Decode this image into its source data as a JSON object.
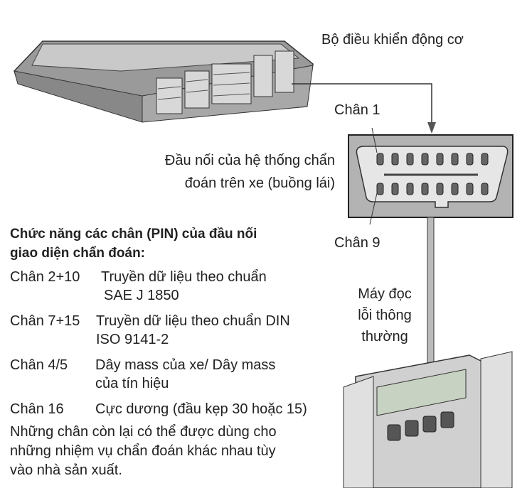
{
  "labels": {
    "ecu": "Bộ điều khiển động cơ",
    "pin1": "Chân 1",
    "pin9": "Chân 9",
    "connector_line1": "Đầu nối của hệ thống chẩn",
    "connector_line2": "đoán trên xe (buồng lái)",
    "reader_line1": "Máy đọc",
    "reader_line2": "lỗi thông",
    "reader_line3": "thường"
  },
  "pin_functions": {
    "heading_line1": "Chức năng các chân (PIN) của đầu nối",
    "heading_line2": "giao diện chẩn đoán:",
    "rows": [
      {
        "pin": "Chân  2+10",
        "desc1": "Truyền dữ liệu theo chuẩn",
        "desc2": "SAE J 1850"
      },
      {
        "pin": "Chân 7+15",
        "desc1": "Truyền dữ liệu theo chuẩn DIN",
        "desc2": "ISO 9141-2"
      },
      {
        "pin": "Chân 4/5",
        "desc1": "Dây mass của xe/ Dây mass",
        "desc2": "của tín hiệu"
      },
      {
        "pin": "Chân 16",
        "desc1": "Cực dương (đầu kẹp 30 hoặc 15)",
        "desc2": ""
      }
    ],
    "note_line1": "Những chân còn lại có thể được dùng cho",
    "note_line2": "những nhiệm vụ chẩn đoán khác nhau tùy",
    "note_line3": "vào nhà sản xuất."
  }
}
